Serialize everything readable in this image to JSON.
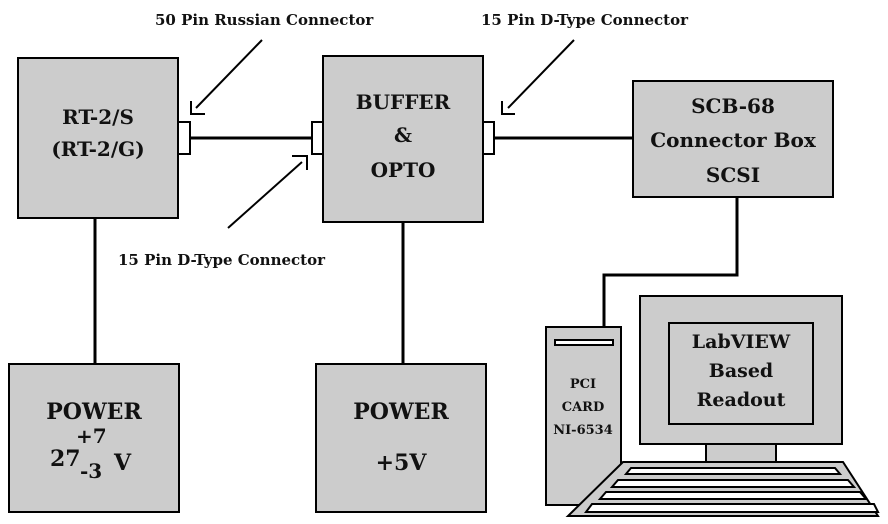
{
  "blocks": {
    "rt2": {
      "line1": "RT-2/S",
      "line2": "(RT-2/G)"
    },
    "buffer": {
      "line1": "BUFFER",
      "line2": "&",
      "line3": "OPTO"
    },
    "scb": {
      "line1": "SCB-68",
      "line2": "Connector Box",
      "line3": "SCSI"
    },
    "power_rt2": {
      "title": "POWER",
      "nominal": "27",
      "plus_tol": "+7",
      "minus_tol": "-3",
      "unit": "V"
    },
    "power_buffer": {
      "title": "POWER",
      "voltage": "+5V"
    },
    "pc": {
      "card_line1": "PCI",
      "card_line2": "CARD",
      "card_line3": "NI-6534",
      "screen_line1": "LabVIEW",
      "screen_line2": "Based",
      "screen_line3": "Readout"
    }
  },
  "callouts": {
    "russian_connector": "50 Pin Russian Connector",
    "dtype_top": "15 Pin D-Type Connector",
    "dtype_bottom": "15 Pin D-Type Connector"
  },
  "colors": {
    "block_fill": "#cccccc",
    "line": "#000000",
    "connector_fill": "#ffffff"
  }
}
